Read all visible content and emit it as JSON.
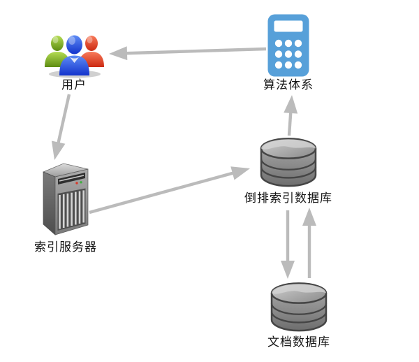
{
  "diagram": {
    "background_color": "#ffffff",
    "arrow_color": "#bbbbbb",
    "nodes": {
      "users": {
        "label": "用户",
        "icon": "users-icon",
        "icon_colors": {
          "left_person": "#8fbe2e",
          "center_person": "#2b50d9",
          "right_person": "#e8492c",
          "accent": "#e23a8e"
        }
      },
      "algorithm": {
        "label": "算法体系",
        "icon": "calculator-icon",
        "icon_color": "#57a0d9"
      },
      "index_server": {
        "label": "索引服务器",
        "icon": "server-icon",
        "icon_color": "#8a8a8a"
      },
      "inverted_index_db": {
        "label": "倒排索引数据库",
        "icon": "database-icon",
        "icon_color": "#8d8d8d"
      },
      "document_db": {
        "label": "文档数据库",
        "icon": "database-icon",
        "icon_color": "#8d8d8d"
      }
    },
    "edges": [
      {
        "from": "algorithm",
        "to": "users",
        "direction": "left"
      },
      {
        "from": "users",
        "to": "index_server",
        "direction": "down-left"
      },
      {
        "from": "index_server",
        "to": "inverted_index_db",
        "direction": "up-right"
      },
      {
        "from": "inverted_index_db",
        "to": "algorithm",
        "direction": "up"
      },
      {
        "from": "inverted_index_db",
        "to": "document_db",
        "direction": "down"
      },
      {
        "from": "document_db",
        "to": "inverted_index_db",
        "direction": "up"
      }
    ]
  }
}
